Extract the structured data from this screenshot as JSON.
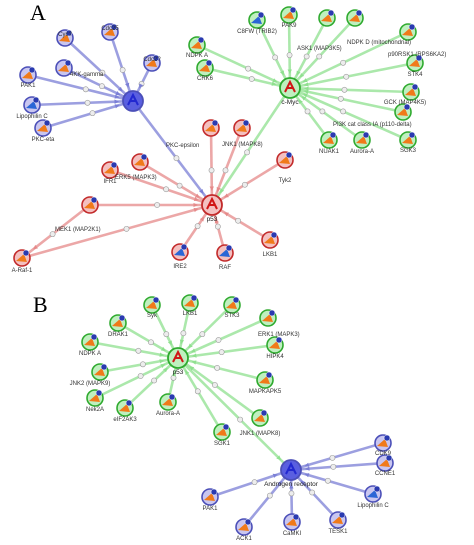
{
  "panels": [
    {
      "letter": "A",
      "hubs": [
        {
          "id": "a_blue",
          "label": "",
          "color": "blue"
        },
        {
          "id": "a_green",
          "label": "c-Myc",
          "color": "green"
        },
        {
          "id": "a_red",
          "label": "p53",
          "color": "red"
        }
      ],
      "nodes": [
        {
          "id": "a1",
          "label": "Cyc?",
          "hub": "a_blue",
          "color": "blue",
          "icon": "orange"
        },
        {
          "id": "a2",
          "label": "Cdc25",
          "hub": "a_blue",
          "color": "blue",
          "icon": "orange"
        },
        {
          "id": "a3",
          "label": "4KK-gamma",
          "hub": "a_blue",
          "color": "blue",
          "icon": "orange"
        },
        {
          "id": "a4",
          "label": "PAK1",
          "hub": "a_blue",
          "color": "blue",
          "icon": "orange"
        },
        {
          "id": "a5",
          "label": "Lipophilin C",
          "hub": "a_blue",
          "color": "blue",
          "icon": "blue"
        },
        {
          "id": "a6",
          "label": "PKC-eta",
          "hub": "a_blue",
          "color": "blue",
          "icon": "orange"
        },
        {
          "id": "a7",
          "label": "Cdc2?",
          "hub": "a_blue",
          "color": "blue",
          "icon": "orange"
        },
        {
          "id": "g1",
          "label": "C8FW (TRIB2)",
          "hub": "a_green",
          "color": "green",
          "icon": "blue"
        },
        {
          "id": "g2",
          "label": "PAK9",
          "hub": "a_green",
          "color": "green",
          "icon": "orange"
        },
        {
          "id": "g3",
          "label": "NDPK A",
          "hub": "a_green",
          "color": "green",
          "icon": "orange"
        },
        {
          "id": "g4",
          "label": "CRK6",
          "hub": "a_green",
          "color": "green",
          "icon": "orange"
        },
        {
          "id": "g5",
          "label": "ASK1 (MAP3K5)",
          "hub": "a_green",
          "color": "green",
          "icon": "orange"
        },
        {
          "id": "g6",
          "label": "NDPK D (mitochondrial)",
          "hub": "a_green",
          "color": "green",
          "icon": "orange"
        },
        {
          "id": "g7",
          "label": "p90RSK1 (RPS6KA2)",
          "hub": "a_green",
          "color": "green",
          "icon": "orange"
        },
        {
          "id": "g8",
          "label": "STK4",
          "hub": "a_green",
          "color": "green",
          "icon": "orange"
        },
        {
          "id": "g9",
          "label": "GCK (MAP4K5)",
          "hub": "a_green",
          "color": "green",
          "icon": "orange"
        },
        {
          "id": "g10",
          "label": "PI3K cat class IA (p110-delta)",
          "hub": "a_green",
          "color": "green",
          "icon": "orange"
        },
        {
          "id": "g11",
          "label": "NUAK1",
          "hub": "a_green",
          "color": "green",
          "icon": "orange"
        },
        {
          "id": "g12",
          "label": "Aurora-A",
          "hub": "a_green",
          "color": "green",
          "icon": "orange"
        },
        {
          "id": "g13",
          "label": "SGK3",
          "hub": "a_green",
          "color": "green",
          "icon": "orange"
        },
        {
          "id": "r1",
          "label": "PKC-epsilon",
          "hub": "a_red",
          "color": "red",
          "icon": "orange"
        },
        {
          "id": "r2",
          "label": "JNK1 (MAPK8)",
          "hub": "a_red",
          "color": "red",
          "icon": "orange"
        },
        {
          "id": "r3",
          "label": "ERK5 (MAPK3)",
          "hub": "a_red",
          "color": "red",
          "icon": "orange"
        },
        {
          "id": "r4",
          "label": "IFR1",
          "hub": "a_red",
          "color": "red",
          "icon": "orange"
        },
        {
          "id": "r5",
          "label": "Tyk2",
          "hub": "a_red",
          "color": "red",
          "icon": "orange"
        },
        {
          "id": "r6",
          "label": "MEK1 (MAP2K1)",
          "hub": "a_red",
          "color": "red",
          "icon": "orange"
        },
        {
          "id": "r7",
          "label": "A-Raf-1",
          "hub": "a_red",
          "color": "red",
          "icon": "orange"
        },
        {
          "id": "r8",
          "label": "IRE2",
          "hub": "a_red",
          "color": "red",
          "icon": "blue"
        },
        {
          "id": "r9",
          "label": "RAF",
          "hub": "a_red",
          "color": "red",
          "icon": "blue"
        },
        {
          "id": "r10",
          "label": "LKB1",
          "hub": "a_red",
          "color": "red",
          "icon": "orange"
        }
      ]
    },
    {
      "letter": "B",
      "hubs": [
        {
          "id": "b_green",
          "label": "p53",
          "color": "green"
        },
        {
          "id": "b_blue",
          "label": "Androgen receptor",
          "color": "blue"
        }
      ],
      "nodes": [
        {
          "id": "b1",
          "label": "DRAK1",
          "hub": "b_green",
          "color": "green",
          "icon": "orange"
        },
        {
          "id": "b2",
          "label": "Syk",
          "hub": "b_green",
          "color": "green",
          "icon": "orange"
        },
        {
          "id": "b3",
          "label": "LKB1",
          "hub": "b_green",
          "color": "green",
          "icon": "orange"
        },
        {
          "id": "b4",
          "label": "STK3",
          "hub": "b_green",
          "color": "green",
          "icon": "orange"
        },
        {
          "id": "b5",
          "label": "ERK1 (MAPK3)",
          "hub": "b_green",
          "color": "green",
          "icon": "orange"
        },
        {
          "id": "b6",
          "label": "HIPK4",
          "hub": "b_green",
          "color": "green",
          "icon": "orange"
        },
        {
          "id": "b7",
          "label": "NDPK A",
          "hub": "b_green",
          "color": "green",
          "icon": "orange"
        },
        {
          "id": "b8",
          "label": "JNK2 (MAPK9)",
          "hub": "b_green",
          "color": "green",
          "icon": "orange"
        },
        {
          "id": "b9",
          "label": "Nek2A",
          "hub": "b_green",
          "color": "green",
          "icon": "orange"
        },
        {
          "id": "b10",
          "label": "eIF2AK3",
          "hub": "b_green",
          "color": "green",
          "icon": "orange"
        },
        {
          "id": "b11",
          "label": "Aurora-A",
          "hub": "b_green",
          "color": "green",
          "icon": "orange"
        },
        {
          "id": "b12",
          "label": "MAPKAPK5",
          "hub": "b_green",
          "color": "green",
          "icon": "orange"
        },
        {
          "id": "b13",
          "label": "SGK1",
          "hub": "b_green",
          "color": "green",
          "icon": "orange"
        },
        {
          "id": "b14",
          "label": "JNK1 (MAPK8)",
          "hub": "b_green",
          "color": "green",
          "icon": "orange"
        },
        {
          "id": "c1",
          "label": "CDK9",
          "hub": "b_blue",
          "color": "blue",
          "icon": "orange"
        },
        {
          "id": "c2",
          "label": "CCNE1",
          "hub": "b_blue",
          "color": "blue",
          "icon": "orange"
        },
        {
          "id": "c3",
          "label": "Lipophilin C",
          "hub": "b_blue",
          "color": "blue",
          "icon": "blue"
        },
        {
          "id": "c4",
          "label": "PAK1",
          "hub": "b_blue",
          "color": "blue",
          "icon": "orange"
        },
        {
          "id": "c5",
          "label": "ACK1",
          "hub": "b_blue",
          "color": "blue",
          "icon": "orange"
        },
        {
          "id": "c6",
          "label": "CaMKI",
          "hub": "b_blue",
          "color": "blue",
          "icon": "orange"
        },
        {
          "id": "c7",
          "label": "TESK1",
          "hub": "b_blue",
          "color": "blue",
          "icon": "orange"
        }
      ]
    }
  ],
  "colors": {
    "blue_edge": "#7b7fd6",
    "blue_fill": "#c9c6f0",
    "blue_stroke": "#4b4fb8",
    "green_edge": "#8fe08f",
    "green_fill": "#bff0bf",
    "green_stroke": "#2faa2f",
    "red_edge": "#e58a8a",
    "red_fill": "#f4c0c0",
    "red_stroke": "#c22a2a",
    "icon_orange": "#f07a1a",
    "icon_blue": "#2a66d6",
    "hub_red": "#d01616",
    "hub_blue_core": "#2228d0"
  }
}
